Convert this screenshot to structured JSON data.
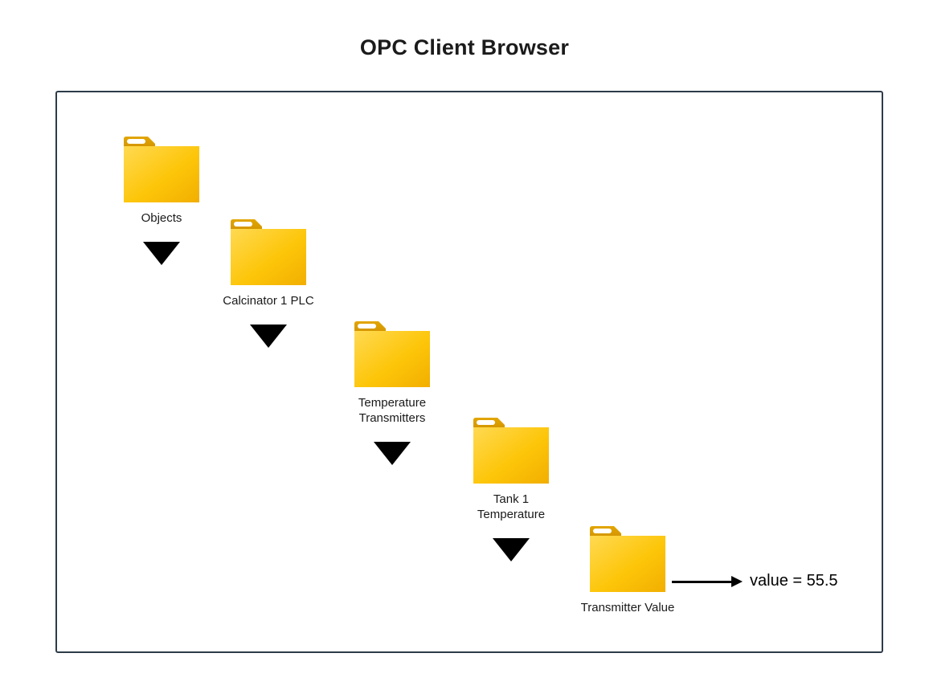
{
  "title": "OPC Client Browser",
  "diagram": {
    "nodes": [
      {
        "id": "objects",
        "label": "Objects"
      },
      {
        "id": "calcinator-1-plc",
        "label": "Calcinator 1 PLC"
      },
      {
        "id": "temperature-transmitters",
        "label": "Temperature Transmitters",
        "line1": "Temperature",
        "line2": "Transmitters"
      },
      {
        "id": "tank-1-temperature",
        "label": "Tank 1 Temperature",
        "line1": "Tank 1",
        "line2": "Temperature"
      },
      {
        "id": "transmitter-value",
        "label": "Transmitter Value"
      }
    ],
    "value_annotation": "value = 55.5"
  },
  "colors": {
    "folder_body_light": "#FFD952",
    "folder_body_dark": "#F2AE00",
    "folder_tab": "#DB9F00",
    "tab_stripe": "#FFFFFF",
    "canvas_border": "#2E3B49",
    "expander": "#000000",
    "arrow": "#000000",
    "text": "#1A1A1A"
  }
}
